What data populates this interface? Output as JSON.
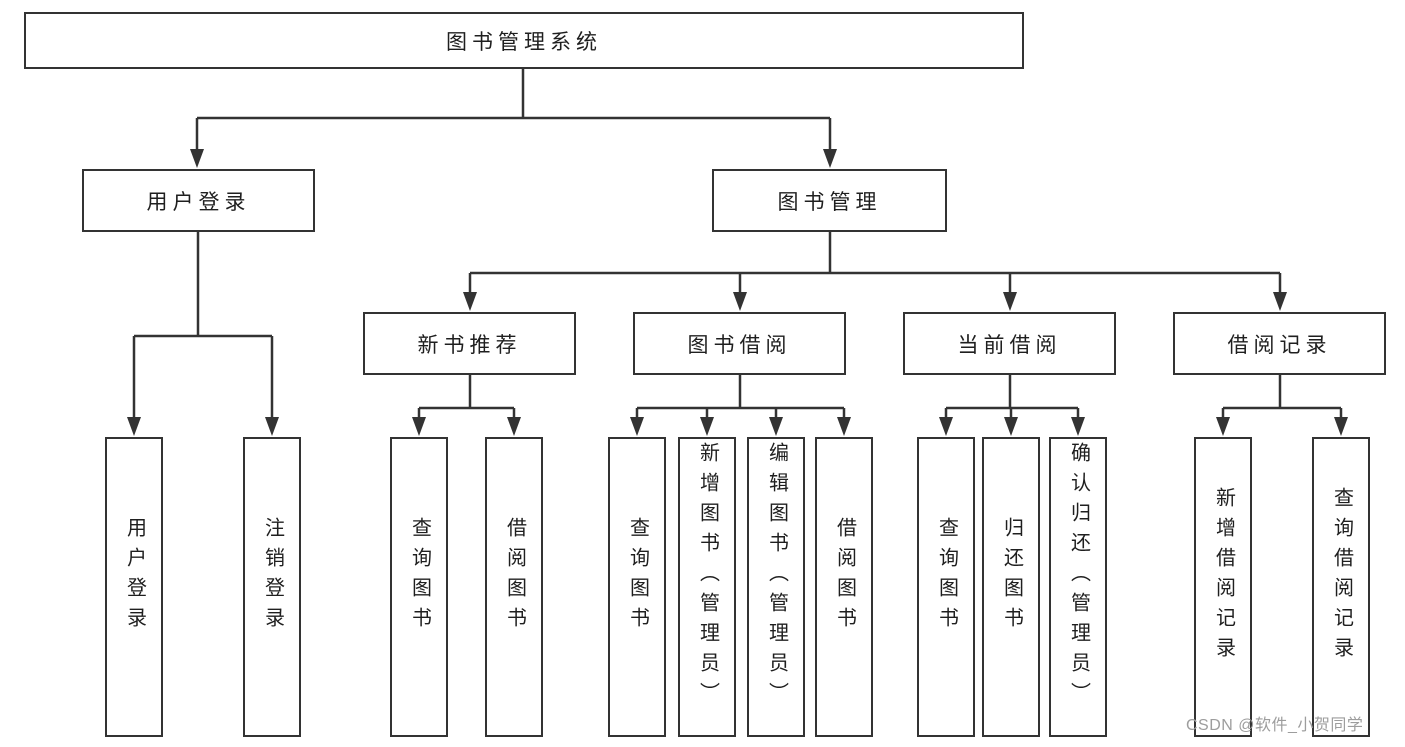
{
  "diagram": {
    "title": "图书管理系统",
    "branches": [
      {
        "label": "用户登录",
        "children": [
          "用户登录",
          "注销登录"
        ]
      },
      {
        "label": "图书管理",
        "groups": [
          {
            "label": "新书推荐",
            "children": [
              "查询图书",
              "借阅图书"
            ]
          },
          {
            "label": "图书借阅",
            "children": [
              "查询图书",
              "新增图书（管理员）",
              "编辑图书（管理员）",
              "借阅图书"
            ]
          },
          {
            "label": "当前借阅",
            "children": [
              "查询图书",
              "归还图书",
              "确认归还（管理员）"
            ]
          },
          {
            "label": "借阅记录",
            "children": [
              "新增借阅记录",
              "查询借阅记录"
            ]
          }
        ]
      }
    ]
  },
  "watermark": {
    "text": "CSDN @软件_小贺同学"
  },
  "colors": {
    "line": "#333333",
    "box_border": "#333333",
    "box_fill": "#ffffff",
    "text": "#1f1f1f",
    "watermark": "#9d9d9d",
    "background": "#ffffff"
  }
}
